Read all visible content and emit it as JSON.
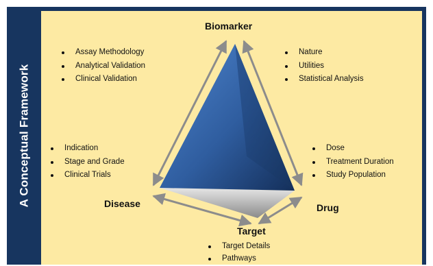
{
  "side_title": "A Conceptual Framework",
  "nodes": {
    "biomarker": "Biomarker",
    "disease": "Disease",
    "drug": "Drug",
    "target": "Target"
  },
  "lists": {
    "biomarker_left": [
      "Assay Methodology",
      "Analytical Validation",
      "Clinical Validation"
    ],
    "biomarker_right": [
      "Nature",
      "Utilities",
      "Statistical Analysis"
    ],
    "disease": [
      "Indication",
      "Stage and Grade",
      "Clinical Trials"
    ],
    "drug": [
      "Dose",
      "Treatment Duration",
      "Study Population"
    ],
    "target": [
      "Target Details",
      "Pathways"
    ]
  },
  "colors": {
    "frame": "#17355f",
    "panel": "#fdeaa3",
    "pyramid_front": "#2f5d9f",
    "pyramid_base": "#bdbdbd",
    "arrow": "#8c8c8c"
  }
}
